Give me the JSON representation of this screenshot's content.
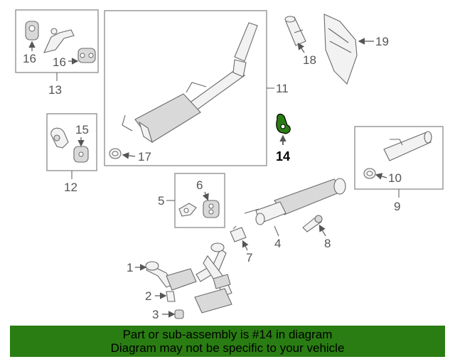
{
  "diagram": {
    "callouts": {
      "c1": "1",
      "c2": "2",
      "c3": "3",
      "c4": "4",
      "c5": "5",
      "c6": "6",
      "c7": "7",
      "c8": "8",
      "c9": "9",
      "c10": "10",
      "c11": "11",
      "c12": "12",
      "c13": "13",
      "c14": "14",
      "c15": "15",
      "c16a": "16",
      "c16b": "16",
      "c17": "17",
      "c18": "18",
      "c19": "19"
    },
    "highlight_color": "#2a7d12"
  },
  "banner": {
    "line1": "Part or sub-assembly is #14 in diagram",
    "line2": "Diagram may not be specific to your vehicle",
    "background": "#2a7d12"
  }
}
